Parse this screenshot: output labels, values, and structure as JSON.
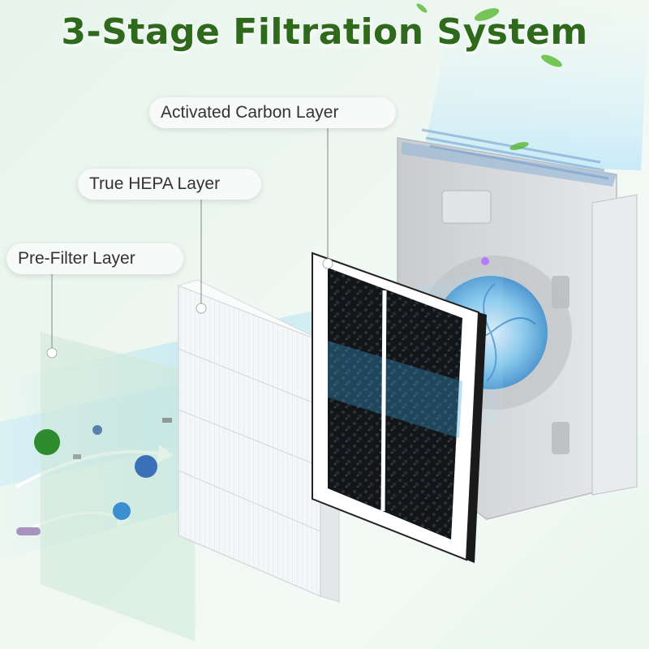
{
  "title": "3-Stage Filtration System",
  "labels": {
    "carbon": "Activated Carbon Layer",
    "hepa": "True HEPA Layer",
    "prefilter": "Pre-Filter Layer"
  },
  "colors": {
    "title": "#2f6a1c",
    "airflow": "#5fc6f0",
    "carbon": "#151a1f",
    "purifier": "#d8dadc"
  }
}
